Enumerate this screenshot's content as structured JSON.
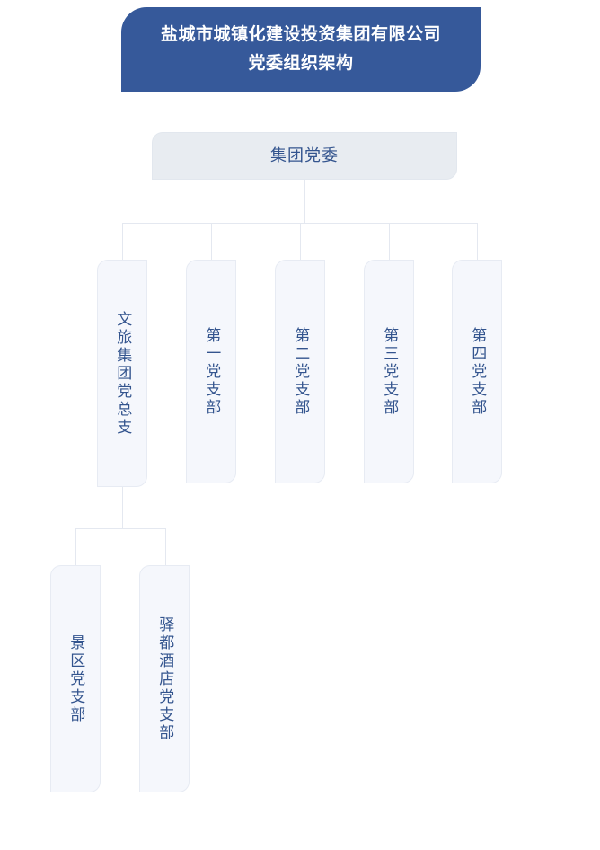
{
  "banner": {
    "title": "盐城市城镇化建设投资集团有限公司\n党委组织架构",
    "line1": "盐城市城镇化建设投资集团有限公司",
    "line2": "党委组织架构",
    "background_color": "#36599A",
    "text_color": "#FFFFFF"
  },
  "colors": {
    "banner_blue": "#36599A",
    "root_box_fill": "#E8ECF1",
    "node_box_fill": "#F5F7FC",
    "node_border": "#E7EBF3",
    "node_text": "#33548E",
    "connector": "#E4E8F0",
    "page_background": "#FFFFFF"
  },
  "chart_data": {
    "type": "diagram",
    "diagram_kind": "organizational-chart",
    "orientation": "top-down",
    "title": "盐城市城镇化建设投资集团有限公司党委组织架构",
    "levels": 3,
    "nodes": [
      {
        "id": "root",
        "label": "集团党委",
        "level": 0,
        "parent": null,
        "text_direction": "horizontal"
      },
      {
        "id": "n1",
        "label": "文旅集团党总支",
        "level": 1,
        "parent": "root",
        "text_direction": "vertical"
      },
      {
        "id": "n2",
        "label": "第一党支部",
        "level": 1,
        "parent": "root",
        "text_direction": "vertical"
      },
      {
        "id": "n3",
        "label": "第二党支部",
        "level": 1,
        "parent": "root",
        "text_direction": "vertical"
      },
      {
        "id": "n4",
        "label": "第三党支部",
        "level": 1,
        "parent": "root",
        "text_direction": "vertical"
      },
      {
        "id": "n5",
        "label": "第四党支部",
        "level": 1,
        "parent": "root",
        "text_direction": "vertical"
      },
      {
        "id": "n1a",
        "label": "景区党支部",
        "level": 2,
        "parent": "n1",
        "text_direction": "vertical"
      },
      {
        "id": "n1b",
        "label": "驿都酒店党支部",
        "level": 2,
        "parent": "n1",
        "text_direction": "vertical"
      }
    ],
    "edges": [
      {
        "from": "root",
        "to": "n1"
      },
      {
        "from": "root",
        "to": "n2"
      },
      {
        "from": "root",
        "to": "n3"
      },
      {
        "from": "root",
        "to": "n4"
      },
      {
        "from": "root",
        "to": "n5"
      },
      {
        "from": "n1",
        "to": "n1a"
      },
      {
        "from": "n1",
        "to": "n1b"
      }
    ]
  },
  "root": {
    "label": "集团党委"
  },
  "branches": [
    {
      "label": "文旅集团党总支"
    },
    {
      "label": "第一党支部"
    },
    {
      "label": "第二党支部"
    },
    {
      "label": "第三党支部"
    },
    {
      "label": "第四党支部"
    }
  ],
  "sub_branches": [
    {
      "label": "景区党支部"
    },
    {
      "label": "驿都酒店党支部"
    }
  ]
}
